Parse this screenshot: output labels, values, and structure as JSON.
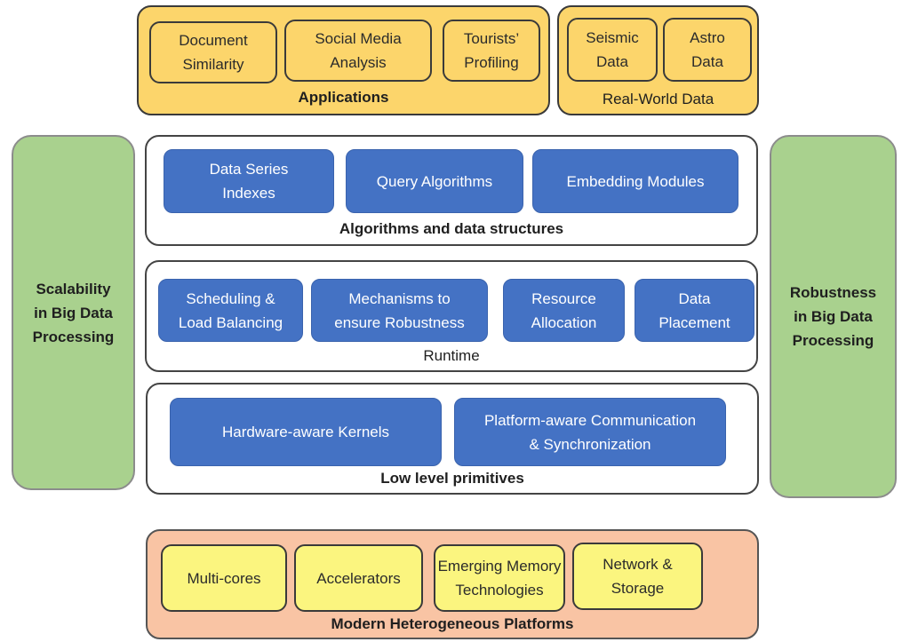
{
  "applications": {
    "title": "Applications",
    "items": [
      "Document\nSimilarity",
      "Social Media\nAnalysis",
      "Tourists’\nProfiling"
    ]
  },
  "real_world_data": {
    "title": "Real-World Data",
    "items": [
      "Seismic\nData",
      "Astro\nData"
    ]
  },
  "side_left": {
    "label": "Scalability\nin Big Data\nProcessing"
  },
  "side_right": {
    "label": "Robustness\nin Big Data\nProcessing"
  },
  "algorithms": {
    "title": "Algorithms and data structures",
    "items": [
      "Data Series\nIndexes",
      "Query Algorithms",
      "Embedding Modules"
    ]
  },
  "runtime": {
    "title": "Runtime",
    "items": [
      "Scheduling &\nLoad Balancing",
      "Mechanisms to\nensure Robustness",
      "Resource\nAllocation",
      "Data\nPlacement"
    ]
  },
  "low_level": {
    "title": "Low level primitives",
    "items": [
      "Hardware-aware Kernels",
      "Platform-aware Communication\n& Synchronization"
    ]
  },
  "platforms": {
    "title": "Modern Heterogeneous Platforms",
    "items": [
      "Multi-cores",
      "Accelerators",
      "Emerging Memory\nTechnologies",
      "Network &\nStorage"
    ]
  },
  "colors": {
    "applications_fill": "#fcd56b",
    "side_fill": "#a9d18e",
    "module_fill": "#4472c4",
    "platform_group_fill": "#f9c4a4",
    "platform_item_fill": "#fbf57f"
  }
}
